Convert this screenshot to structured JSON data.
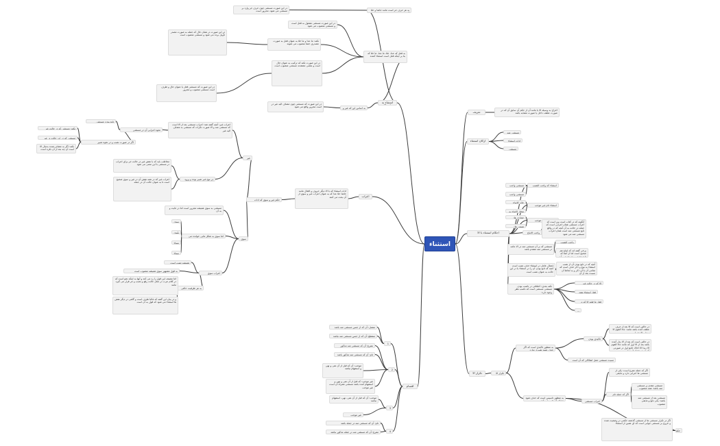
{
  "root": {
    "label": "استثناء"
  },
  "colors": {
    "root_fill": "#2f55b7",
    "node_fill": "#f2f2f2",
    "line": "#3a3a3a"
  },
  "nodes": [
    {
      "id": "ta3rif",
      "text": "تعريف"
    },
    {
      "id": "ta3rif_d",
      "text": "اخراج به وسيله الا يا مانند آن از حكم آن سابق آن كه در صورت عطف داخل يا صورت مشابه باشد"
    },
    {
      "id": "arkan",
      "text": "اركان استثناء"
    },
    {
      "id": "arkan_1",
      "text": "مستثنى منه"
    },
    {
      "id": "arkan_2",
      "text": "ادات استثناء"
    },
    {
      "id": "arkan_3",
      "text": "مستثنى"
    },
    {
      "id": "ahkam",
      "text": "احكام استثناء با الا"
    },
    {
      "id": "ah_1",
      "text": "استثناء كه واجب النصب است"
    },
    {
      "id": "ah_1a",
      "text": "مستثنى واجب النصب متصل باشد"
    },
    {
      "id": "ah_1b",
      "text": "مستثنى واجب النصب منقطع باشد"
    },
    {
      "id": "ah_2",
      "text": "استثناء تام غير موجب متصل باشد"
    },
    {
      "id": "ah_2a",
      "text": "جائز الاتباع"
    },
    {
      "id": "ah_2b",
      "text": "مختار الاتباع به عنوان بدل"
    },
    {
      "id": "ah_3",
      "text": "استثناء تام غير موجب منقطع باشد"
    },
    {
      "id": "ah_3a",
      "text": "حجازی ها: واجب النصب"
    },
    {
      "id": "ah_3b",
      "text": "تمیمی ها: گروهی نصب به عنوان بدل اتباع"
    },
    {
      "id": "ah_4",
      "text": "استثناء مفرغ: (كه غالبا غير موجب است)"
    },
    {
      "id": "ah_4a",
      "text": "واجب الاتباع"
    },
    {
      "id": "ah_4a_d",
      "text": "آنگونه كه در كتاب است بين است كه اعراب مستثنى همان اعرابی است كه جمله در حالت به آن آنچه كه در واقع تابع مستثنى منه است همان اعراب مستثنى منه می شود"
    },
    {
      "id": "ah_5",
      "text": "مستثنى كه بر آن مستثنى منه در الا عامه در مستثنى منه متقدم باشد"
    },
    {
      "id": "ah_5a",
      "text": "واجب النصب"
    },
    {
      "id": "ah_5b",
      "text": "برخی گفته اند كه اتباع هم صحيح است اما از آنجا كه تابع مقدم بر متبوع نمی آید جایز نیست"
    },
    {
      "id": "ah_6",
      "text": "اعمال عامل در استثناء حذف نصب است آنچه كه تابع بودن آن را در استثناء يا در اين حالت به عنوان نصب است"
    },
    {
      "id": "ah_6_d",
      "text": "آنچه كه در تابع بودن آن از نصب استثناء به نوع و ذكر حذف است كه تمامی آن با آن ذكر و به لحاظ آن نسبت بعد از آن"
    },
    {
      "id": "ah_7",
      "text": "نكته بعدی: اختلافی در ناصب بودن مستثنى مستثنى است كه ناصب نظر وجود دارد:"
    },
    {
      "id": "ah_7a",
      "text": "الا كه در حالت غير مرتبط است"
    },
    {
      "id": "ah_7b",
      "text": "فعل استثناء مقدر"
    },
    {
      "id": "ah_7c",
      "text": "فعل ما قبله الا كه در جمله"
    },
    {
      "id": "ah_7d",
      "text": "..."
    },
    {
      "id": "takrar",
      "text": "تكرار الا"
    },
    {
      "id": "takrar_in",
      "text": "تكرار الا"
    },
    {
      "id": "tk_1",
      "text": "به منظور تاكيدی است كه اگر حذف شود تغییری ندارد"
    },
    {
      "id": "tk_1a",
      "text": "تاكيدی بودن الا"
    },
    {
      "id": "tk_1a_d1",
      "text": "در حالتی است كه الا بعد از حرف عطف آمده باشد مانند: جاء القوم الا زیدا و الا عمرا"
    },
    {
      "id": "tk_1a_d2",
      "text": "در حالتی است كه بعد از الا بدل آمده باشد بعد از الا اول كه مانند جاء القوم الا زيدا الا اخاك (تابع اول در صورتی كه هر دو جمله است)"
    },
    {
      "id": "tk_1b",
      "text": "نسبت مستثنى عمل انفكاكی كه آن است"
    },
    {
      "id": "tk_2",
      "text": "به منظور تاسیس است كه حذف شود معنای آن تغییر می كند"
    },
    {
      "id": "tk_2a",
      "text": "اعراب مستثنى"
    },
    {
      "id": "tk_2a1",
      "text": "اگر كه جمله مفرغ است: یكی از مستثنى ها اعرابی دارد و مابقی منصوب است"
    },
    {
      "id": "tk_2a2",
      "text": "اگر كه جمله تام است"
    },
    {
      "id": "tk_2a2a",
      "text": "مستثنى مقدم بر مستثنى منه باشد: همه منصوب هستند"
    },
    {
      "id": "tk_2a2b",
      "text": "مستثنی بعد از مستثنی منه باشد: یكی تابع و مابقی منصوب"
    },
    {
      "id": "tk_2b",
      "text": "حكم"
    },
    {
      "id": "tk_2b_d",
      "text": "اگر در تكرار مستثنى ها از مستثنى گذشته حكمی در وضعیت شده و خروج بر مستثنی جوابی است كه ای همین از استثناء"
    },
    {
      "id": "aqsam",
      "text": "اقسام"
    },
    {
      "id": "aq_1",
      "text": "1"
    },
    {
      "id": "aq_1a",
      "text": "متصل: آن كه از جنس مستثنى منه باشد"
    },
    {
      "id": "aq_1b",
      "text": "منقطع: آن كه از جنس مستثنى منه نباشد"
    },
    {
      "id": "aq_2",
      "text": "2"
    },
    {
      "id": "aq_2a",
      "text": "مفرغ: آن كه مستثنى منه مذكور نباشد"
    },
    {
      "id": "aq_2b",
      "text": "تام: آن كه مستثنى منه مذكور باشد"
    },
    {
      "id": "aq_2c",
      "text": "موجب: آن كه قبل از آن نفی و نهی و استفهام نباشد"
    },
    {
      "id": "aq_2c_d",
      "text": "غير موجب: كه قبل از آن نفی و نهی و استفهام آمده باشد مستثنى همراه آن است غیر موجب"
    },
    {
      "id": "aq_3",
      "text": "3"
    },
    {
      "id": "aq_3a",
      "text": "موجب: آن كه قبل از آن نفی، نهی، استفهام نباشد"
    },
    {
      "id": "aq_3b",
      "text": "غير موجب"
    },
    {
      "id": "aq_4",
      "text": "4"
    },
    {
      "id": "aq_4a",
      "text": "تام: آن كه مستثنى منه در جمله باشد"
    },
    {
      "id": "aq_4b",
      "text": "مفرغ: آن كه مستثنى منه در جمله مذكور نباشد"
    },
    {
      "id": "adat_ghair",
      "text": "استثناء به غير الا"
    },
    {
      "id": "ag_1",
      "text": "به اساس اين كه غير و سوى چگونه"
    },
    {
      "id": "ag_1d",
      "text": "در اين صورت كه مستثنى چون مضاف اليه غير در است مجرور واقع می شود"
    },
    {
      "id": "ag_2",
      "text": "به هر حرف جر است مانند حاشا و خلا كه در صورت حرف جر مستثنى مجرور است"
    },
    {
      "id": "ag_2d",
      "text": "در اين صورت مستثنى چون حرف جر وارد بر مستثنى می شود، مجرور است"
    },
    {
      "id": "ag_3",
      "text": "به فعل كه عدا، خلا، ما عدا، ما خلا كه بنا بر اينكه فعل است استثناء كننده"
    },
    {
      "id": "ag_3a",
      "text": "در اين صورت مستثنى مفعول به فعل است و مستثنى منصوب می شود"
    },
    {
      "id": "ag_3b",
      "text": "نكته: ما عدا و ما خلا به عنوان فعل به صورت مصدری حتما منصوب می شوند"
    },
    {
      "id": "ag_3b_d",
      "text": "در اين صورت در همان حال كه جمله به صورت مصدر تأويل برده می شود و مستثنى منصوب است"
    },
    {
      "id": "ag_3c",
      "text": "در اين صورت نكته كه تركيب به عنوان حال است و بعضی معتقدند مستثنى منصوب است"
    },
    {
      "id": "ag_3c_d",
      "text": "در اين صورت كه مستثنى فعل يا عنوان حال و ظرف است مستثنى منصوب و مجرور"
    },
    {
      "id": "erab",
      "text": "اعراب"
    },
    {
      "id": "erab_d",
      "text": "ادات استثناء كه با الا ديگر حروف و افعال مانند حاشا خلا عدا كه به عنوان اعراب غير و سوى از آن بحث می كنند"
    },
    {
      "id": "er_1",
      "text": "حكم غير و سوى كه ادات هستند"
    },
    {
      "id": "er_ghair",
      "text": "غير"
    },
    {
      "id": "er_g1",
      "text": "اعراب غير: آنچه گفته شد: اعراب مستثنى بعد از الا است كه مستثنى منه و الا صورت نكرات كه مستثنى به مضاف اليه غير"
    },
    {
      "id": "er_g1a",
      "text": "نحوه اعرابی آن در مستثنى"
    },
    {
      "id": "er_g1a1",
      "text": "تابع بودن مستثنى"
    },
    {
      "id": "er_g1a2",
      "text": "اگر در صورت نصب و در نحوه تعبير"
    },
    {
      "id": "er_g1a2a",
      "text": "نكته: مستثنى كه در حالت غير است"
    },
    {
      "id": "er_g1a2b",
      "text": "مستثنى كه در اين حالت در غير صورت است"
    },
    {
      "id": "er_g1b",
      "text": "نكته: اگر به مضاف شده بدنبال الا است آن چه بعد از آن نكره است"
    },
    {
      "id": "er_g2",
      "text": "در نوع غير تعبير بوده و ورود آن در جمله غير در حالت"
    },
    {
      "id": "er_g2a",
      "text": "مخاطب باید كه با نقش غير در حالت جر برای اعراب در مستثنى با این معنی می شود"
    },
    {
      "id": "er_g2b",
      "text": "اعراب غير كه در همه نقش آن در غير و سوی صحيح است تا به عنوان حالت آن در جمله"
    },
    {
      "id": "er_siwa",
      "text": "سوى"
    },
    {
      "id": "er_s1",
      "text": "مستثنى به سوى همیشه مجرور است اما در غایت و به آن"
    },
    {
      "id": "er_s2",
      "text": "اما سوى به شكل هایی خوانده می شود"
    },
    {
      "id": "er_s2a",
      "text": "سِوى"
    },
    {
      "id": "er_s2b",
      "text": "سُوى"
    },
    {
      "id": "er_s2c",
      "text": "سَواء"
    },
    {
      "id": "er_s2d",
      "text": "سِواء"
    },
    {
      "id": "er_s3",
      "text": "اعراب سوى"
    },
    {
      "id": "er_s3a",
      "text": "همیشه نصب است"
    },
    {
      "id": "er_s3b",
      "text": "به قول مشهور سوی همیشه منصوب است"
    },
    {
      "id": "er_s3c",
      "text": "به هر ظرفيت حالتی"
    },
    {
      "id": "er_s3c1",
      "text": "اما مصنف اين قول را رد می كند و آنها به اينكه نحو است كه در كلام عرب در محل حالت رفع و نصب و جر قرار می گيرد مانند"
    },
    {
      "id": "er_s3c2",
      "text": "و در بيان اين گفته كه غالبا ظرف است و گاهی در ديگر نقش ها استثناء می شود كه قول به آن است"
    }
  ]
}
